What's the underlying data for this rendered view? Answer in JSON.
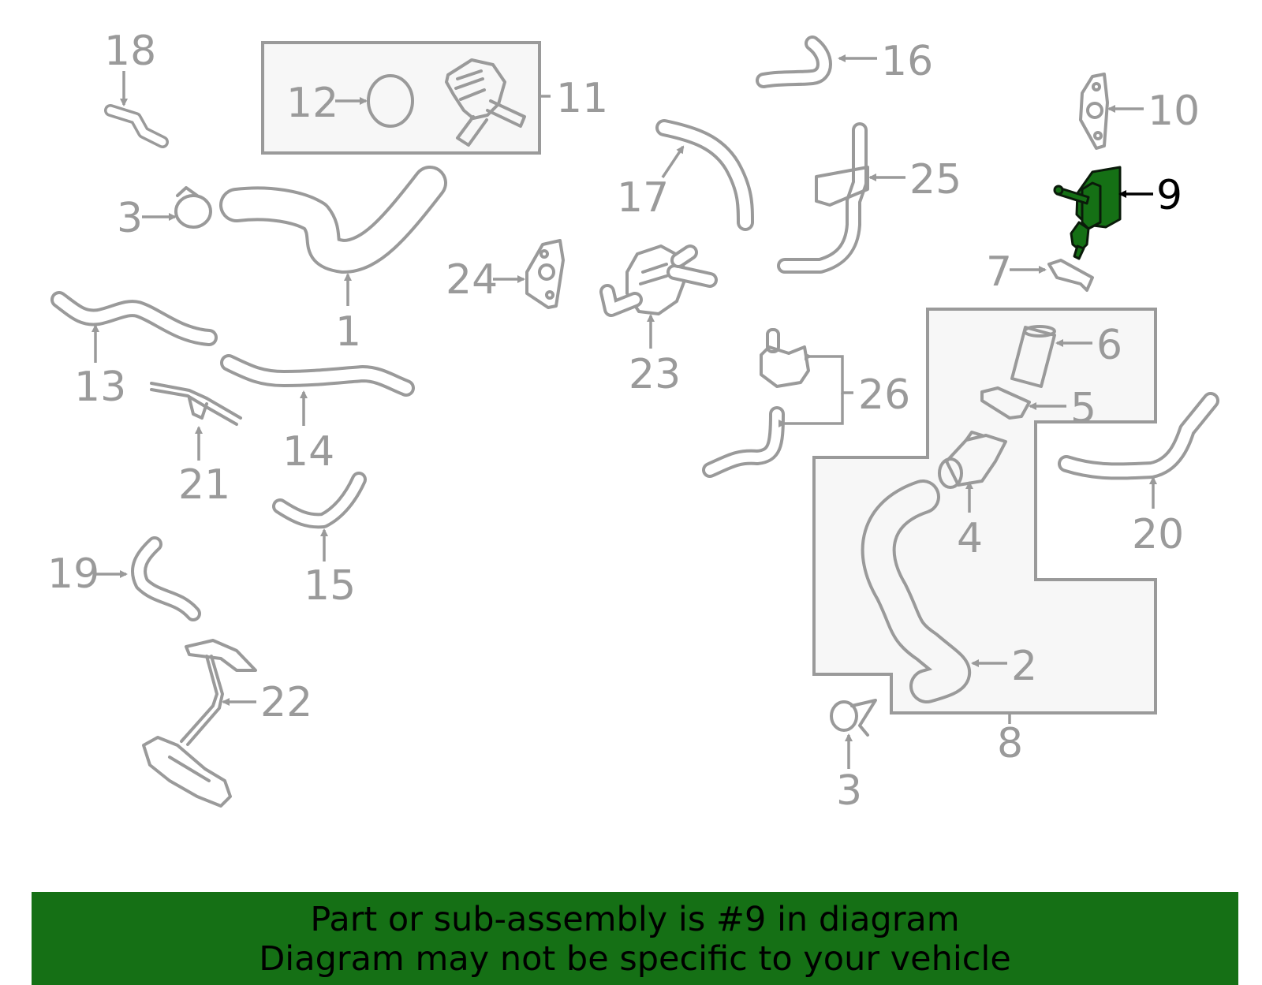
{
  "diagram": {
    "highlighted_part": "9",
    "highlight_color": "#157015",
    "line_color": "#9a9a9a",
    "callouts": {
      "p1": "1",
      "p2": "2",
      "p3a": "3",
      "p3b": "3",
      "p4": "4",
      "p5": "5",
      "p6": "6",
      "p7": "7",
      "p8": "8",
      "p9": "9",
      "p10": "10",
      "p11": "11",
      "p12": "12",
      "p13": "13",
      "p14": "14",
      "p15": "15",
      "p16": "16",
      "p17": "17",
      "p18": "18",
      "p19": "19",
      "p20": "20",
      "p21": "21",
      "p22": "22",
      "p23": "23",
      "p24": "24",
      "p25": "25",
      "p26": "26"
    }
  },
  "footer": {
    "line1": "Part or sub-assembly is #9 in diagram",
    "line2": "Diagram may not be specific to your vehicle",
    "background": "#157015"
  }
}
